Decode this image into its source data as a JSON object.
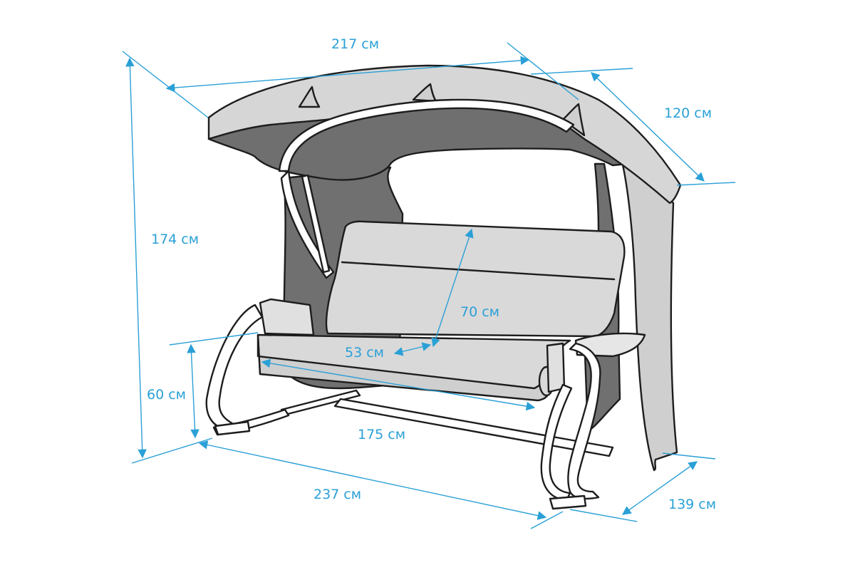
{
  "dimensions": {
    "canopy_width": "217 см",
    "canopy_depth": "120 см",
    "total_height": "174 см",
    "backrest_height": "70 см",
    "seat_depth": "53 см",
    "seat_height": "60 см",
    "seat_width": "175 см",
    "frame_width": "237 см",
    "frame_depth": "139 см"
  },
  "colors": {
    "dimension": "#2aa0d6",
    "outline": "#1d1d1d",
    "canopy_top": "#d4d4d4",
    "canopy_inner": "#6f6f6f",
    "side_curtain": "#c9c9c9",
    "back_curtain": "#707070",
    "cushion": "#d9d9d9",
    "frame": "#ffffff"
  }
}
